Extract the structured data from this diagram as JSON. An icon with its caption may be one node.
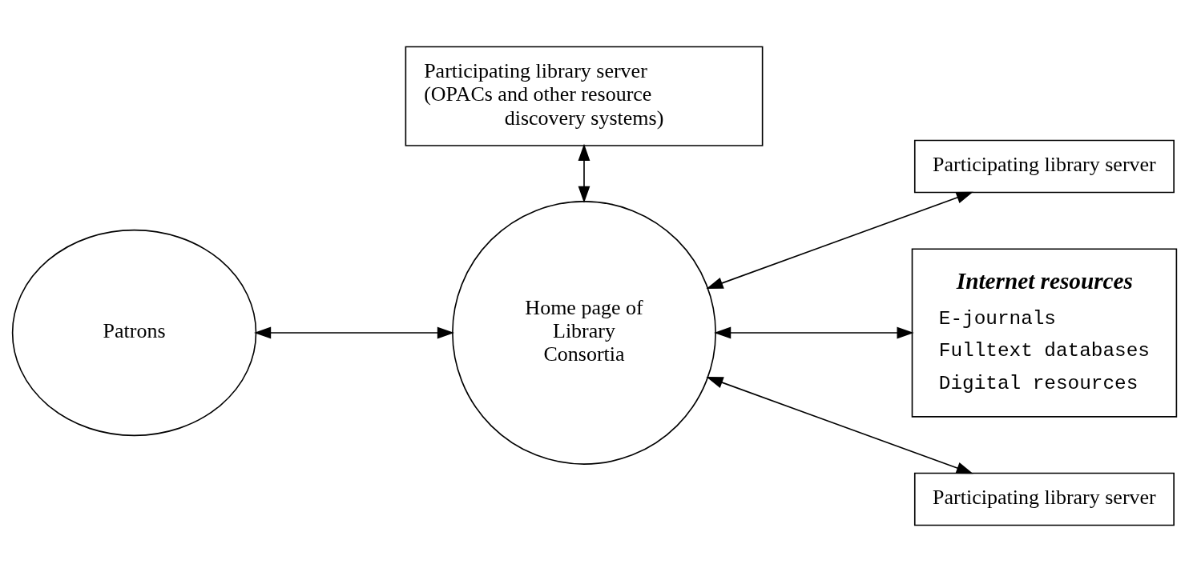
{
  "diagram": {
    "nodes": [
      {
        "text": [
          "Patrons"
        ]
      },
      {
        "text": [
          "Participating library server (OPACs and other resource discovery systems)"
        ]
      },
      {
        "text": [
          "Participating library server"
        ]
      },
      {
        "text": [
          "Home page of Library Consortia"
        ]
      },
      {
        "text": [
          "Internet resources",
          "E-journals",
          "Fulltext databases",
          "Digital resources"
        ]
      },
      {
        "text": [
          "Participating library server"
        ]
      }
    ],
    "edges": [
      {
        "from": 0,
        "to": 3,
        "arrow": "both"
      },
      {
        "from": 1,
        "to": 3,
        "arrow": "both"
      },
      {
        "from": 2,
        "to": 3,
        "arrow": "both"
      },
      {
        "from": 3,
        "to": 4,
        "arrow": "both"
      },
      {
        "from": 3,
        "to": 5,
        "arrow": "both"
      }
    ]
  }
}
